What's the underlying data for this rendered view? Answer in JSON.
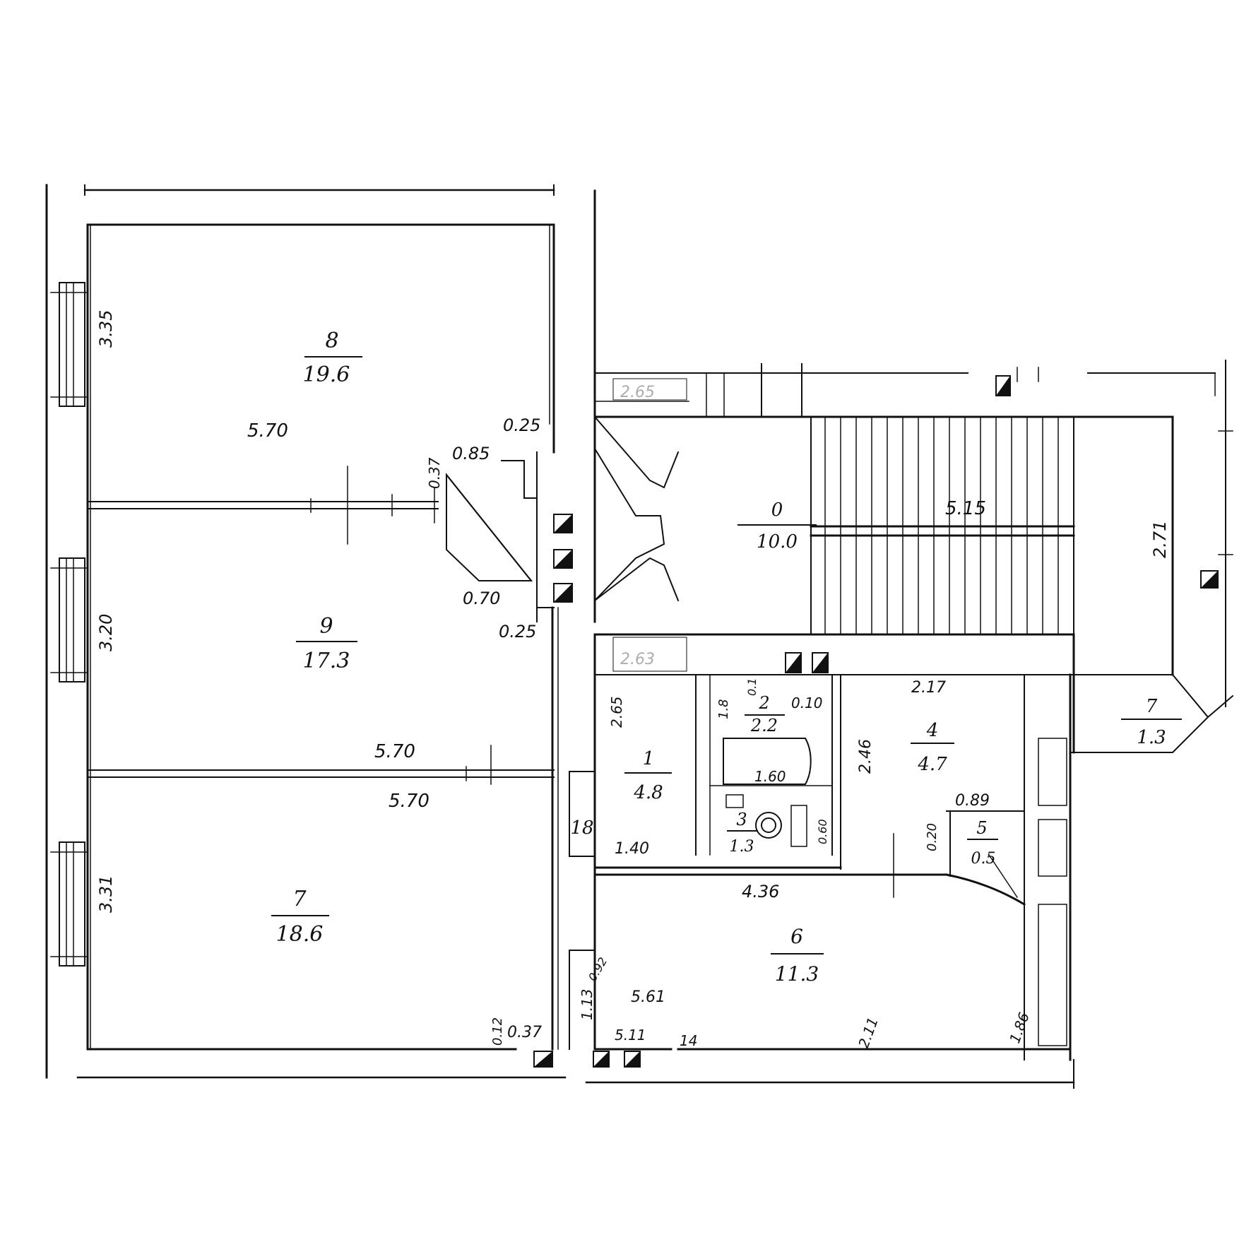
{
  "rooms": {
    "r8": {
      "number": "8",
      "area": "19.6"
    },
    "r9": {
      "number": "9",
      "area": "17.3"
    },
    "r7l": {
      "number": "7",
      "area": "18.6"
    },
    "hall": {
      "number": "1",
      "area": "4.8"
    },
    "bath": {
      "number": "2",
      "area": "2.2"
    },
    "wc": {
      "number": "3",
      "area": "1.3"
    },
    "r4": {
      "number": "4",
      "area": "4.7"
    },
    "r5": {
      "number": "5",
      "area": "0.5"
    },
    "r6": {
      "number": "6",
      "area": "11.3"
    },
    "r7r": {
      "number": "7",
      "area": "1.3"
    },
    "stair": {
      "number": "0",
      "area": "10.0"
    },
    "closet": {
      "area": "18"
    }
  },
  "dims": {
    "d335": "3.35",
    "d320": "3.20",
    "d331": "3.31",
    "d570a": "5.70",
    "d570b": "5.70",
    "d570c": "5.70",
    "d025a": "0.25",
    "d025b": "0.25",
    "d037a": "0.37",
    "d085": "0.85",
    "d070": "0.70",
    "d265": "2.65",
    "d217": "2.17",
    "d246": "2.46",
    "d089": "0.89",
    "d020": "0.20",
    "d140": "1.40",
    "d436": "4.36",
    "d561": "5.61",
    "d113": "1.13",
    "d012": "0.12",
    "d037b": "0.37",
    "d511": "5.11",
    "d14": "14",
    "d21": "2.11",
    "d186": "1.86",
    "d271": "2.71",
    "d515": "5.15",
    "d160": "1.60",
    "d010": "0.10",
    "d018": "1.8",
    "d01": "0.1",
    "d060": "0.60",
    "d092": "0.92",
    "d065a": "2.65",
    "d065b": "2.63"
  }
}
